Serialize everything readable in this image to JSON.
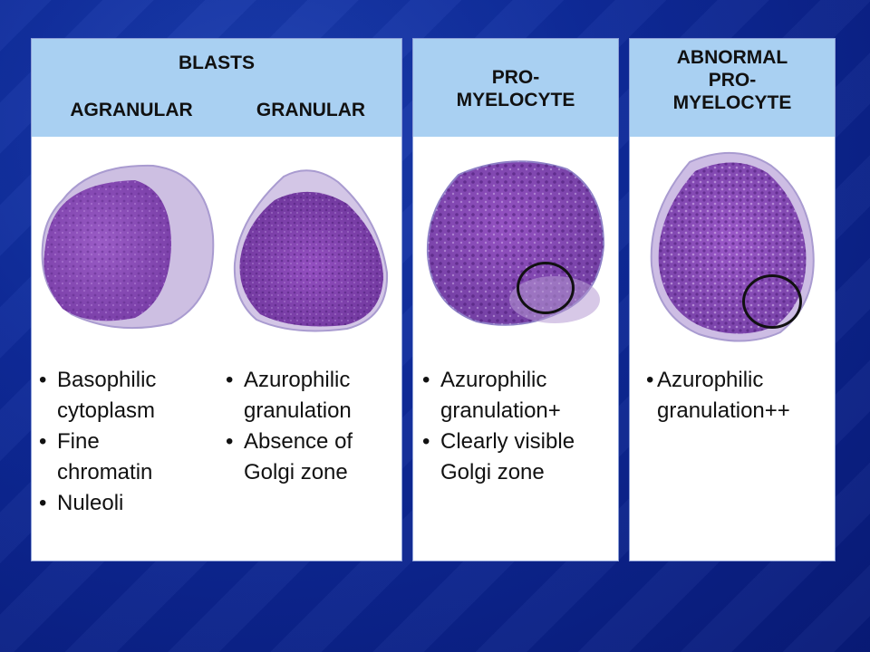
{
  "blasts": {
    "title": "BLASTS",
    "agranular": {
      "label": "AGRANULAR",
      "bullets": [
        [
          "Basophilic",
          "cytoplasm"
        ],
        [
          "Fine",
          "chromatin"
        ],
        [
          "Nuleoli",
          ""
        ]
      ]
    },
    "granular": {
      "label": "GRANULAR",
      "bullets": [
        [
          "Azurophilic",
          "granulation"
        ],
        [
          "Absence of",
          "Golgi zone"
        ]
      ]
    }
  },
  "promyelocyte": {
    "title_line1": "PRO-",
    "title_line2": "MYELOCYTE",
    "bullets": [
      [
        "Azurophilic",
        "granulation+"
      ],
      [
        "Clearly visible",
        "Golgi zone"
      ]
    ]
  },
  "abnormal": {
    "title_line1": "ABNORMAL",
    "title_line2": "PRO-",
    "title_line3": "MYELOCYTE",
    "bullets": [
      [
        "Azurophilic",
        "granulation++"
      ]
    ]
  },
  "colors": {
    "header_band": "#a9d0f2",
    "background": "#0e2a9a",
    "nucleus": "#8a4bb8",
    "cytoplasm": "#c9b3dc"
  }
}
